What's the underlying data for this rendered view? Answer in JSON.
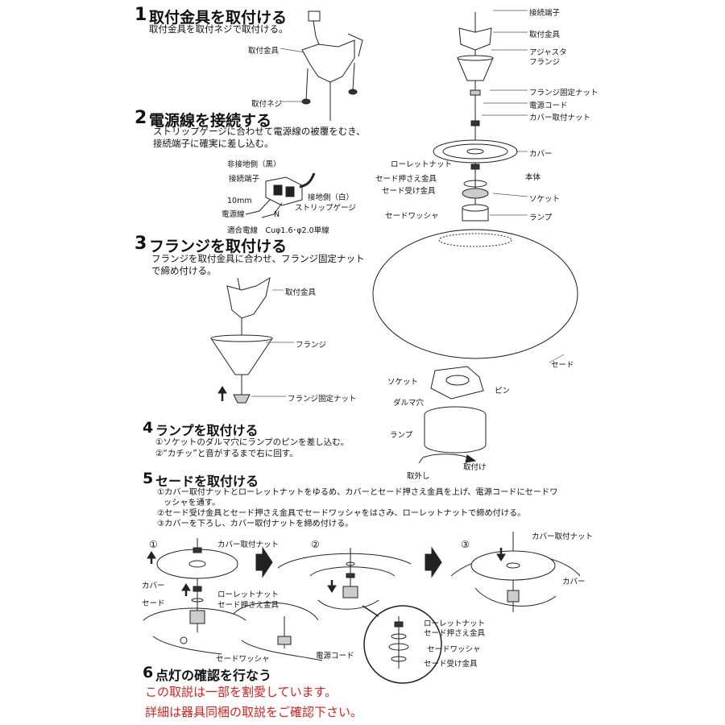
{
  "step1": {
    "num": "1",
    "title": "取付金具を取付ける",
    "body": "取付金具を取付ネジで取付ける。",
    "labels": {
      "bracket": "取付金具",
      "screw": "取付ネジ"
    }
  },
  "step2": {
    "num": "2",
    "title": "電源線を接続する",
    "body1": "ストリップゲージに合わせて電源線の被覆をむき、",
    "body2": "接続端子に確実に差し込む。",
    "labels": {
      "nonground": "非接地側（黒）",
      "terminal": "接続端子",
      "len": "10mm",
      "ground": "接地側（白）",
      "wire": "電源線",
      "n": "N",
      "gauge": "ストリップゲージ",
      "spec": "適合電線　Cuφ1.6･φ2.0単線"
    }
  },
  "step3": {
    "num": "3",
    "title": "フランジを取付ける",
    "body1": "フランジを取付金具に合わせ、フランジ固定ナット",
    "body2": "で締め付ける。",
    "labels": {
      "bracket": "取付金具",
      "flange": "フランジ",
      "nut": "フランジ固定ナット"
    }
  },
  "step4": {
    "num": "4",
    "title": "ランプを取付ける",
    "body1": "①ソケットのダルマ穴にランプのピンを差し込む。",
    "body2": "②“カチッ”と音がするまで右に回す。"
  },
  "step5": {
    "num": "5",
    "title": "セードを取付ける",
    "body1": "①カバー取付ナットとローレットナットをゆるめ、カバーとセード押さえ金具を上げ、電源コードにセードワ",
    "body2": "ッシャを通す。",
    "body3": "②セード受け金具とセード押さえ金具でセードワッシャをはさみ、ローレットナットで締め付ける。",
    "body4": "③カバーを下ろし、カバー取付ナットを締め付ける。",
    "fig1": {
      "num": "①",
      "cover_nut": "カバー取付ナット",
      "cover": "カバー",
      "knurl": "ローレットナット",
      "press": "セード押さえ金具",
      "shade": "セード",
      "washer": "セードワッシャ",
      "cord": "電源コード"
    },
    "fig2": {
      "num": "②",
      "knurl": "ローレットナット",
      "press": "セード押さえ金具",
      "washer": "セードワッシャ",
      "recv": "セード受け金具"
    },
    "fig3": {
      "num": "③",
      "cover_nut": "カバー取付ナット",
      "cover": "カバー"
    }
  },
  "step6": {
    "num": "6",
    "title": "点灯の確認を行なう"
  },
  "notes": {
    "line1": "この取説は一部を割愛しています。",
    "line2": "詳細は器具同梱の取説をご確認下さい。"
  },
  "parts": {
    "terminal": "接続端子",
    "bracket": "取付金具",
    "adjuster": "アジャスタ",
    "flange": "フランジ",
    "flange_nut": "フランジ固定ナット",
    "cord": "電源コード",
    "cover_nut": "カバー取付ナット",
    "cover": "カバー",
    "knurl": "ローレットナット",
    "press": "セード押さえ金具",
    "body": "本体",
    "recv": "セード受け金具",
    "socket": "ソケット",
    "washer": "セードワッシャ",
    "lamp": "ランプ",
    "shade": "セード"
  },
  "lampfig": {
    "socket": "ソケット",
    "pin": "ピン",
    "hole": "ダルマ穴",
    "lamp": "ランプ",
    "remove": "取外し",
    "attach": "取付け"
  }
}
